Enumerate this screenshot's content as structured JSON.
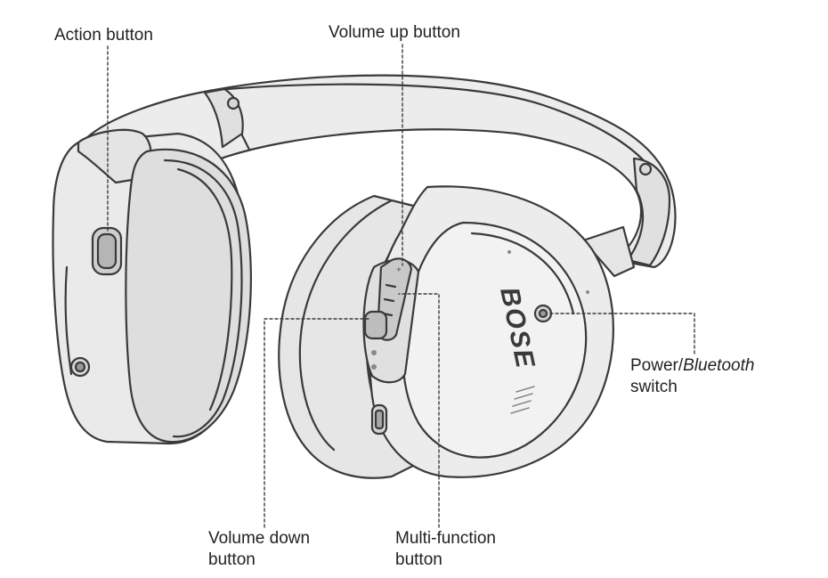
{
  "labels": {
    "action": {
      "line1": "Action button"
    },
    "volume_up": {
      "line1": "Volume up button"
    },
    "power": {
      "line1a": "Power/",
      "line1b": "Bluetooth",
      "line2": "switch"
    },
    "volume_down": {
      "line1": "Volume down",
      "line2": "button"
    },
    "multi_function": {
      "line1": "Multi-function",
      "line2": "button"
    }
  },
  "logo_text": "BOSE",
  "colors": {
    "outline": "#3a3a3a",
    "fill_light": "#efefef",
    "fill_mid": "#e2e2e2",
    "fill_dark": "#d2d2d2",
    "leader": "#3a3a3a"
  }
}
